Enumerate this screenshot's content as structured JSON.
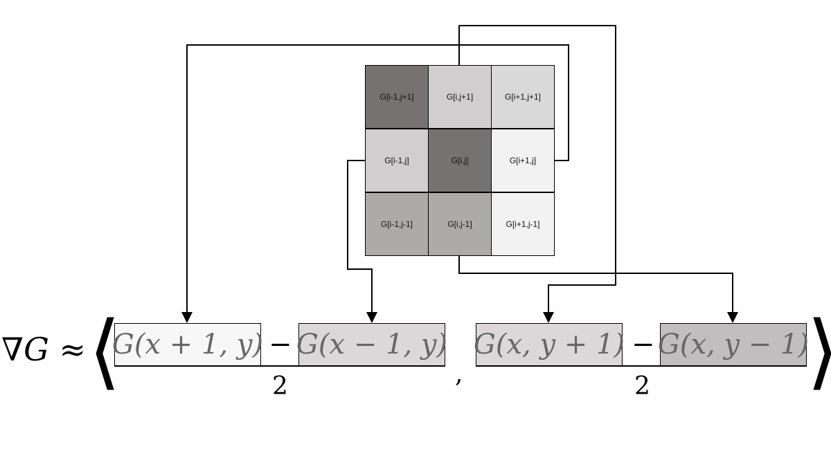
{
  "grid": {
    "cells": [
      {
        "label": "G[i-1,j+1]",
        "color": "#767270"
      },
      {
        "label": "G[i,j+1]",
        "color": "#d0cecf"
      },
      {
        "label": "G[i+1,j+1]",
        "color": "#d9d9d9"
      },
      {
        "label": "G[i-1,j]",
        "color": "#d0cecf"
      },
      {
        "label": "G[i,j]",
        "color": "#767270"
      },
      {
        "label": "G[i+1,j]",
        "color": "#f2f2f2"
      },
      {
        "label": "G[i-1,j-1]",
        "color": "#aeaaaa"
      },
      {
        "label": "G[i,j-1]",
        "color": "#aeaaaa"
      },
      {
        "label": "G[i+1,j-1]",
        "color": "#f2f2f2"
      }
    ]
  },
  "formula": {
    "lhs": "∇G ≈",
    "open_bracket": "⟨",
    "close_bracket": "⟩",
    "comma": ",",
    "terms": [
      {
        "label": "G(x + 1, y)",
        "color": "#f7f7f7"
      },
      {
        "label": "G(x − 1, y)",
        "color": "#dad8d9"
      },
      {
        "label": "G(x, y + 1)",
        "color": "#dad8d9"
      },
      {
        "label": "G(x, y − 1)",
        "color": "#c0bebe"
      }
    ],
    "minus": "−",
    "denominator": "2"
  }
}
